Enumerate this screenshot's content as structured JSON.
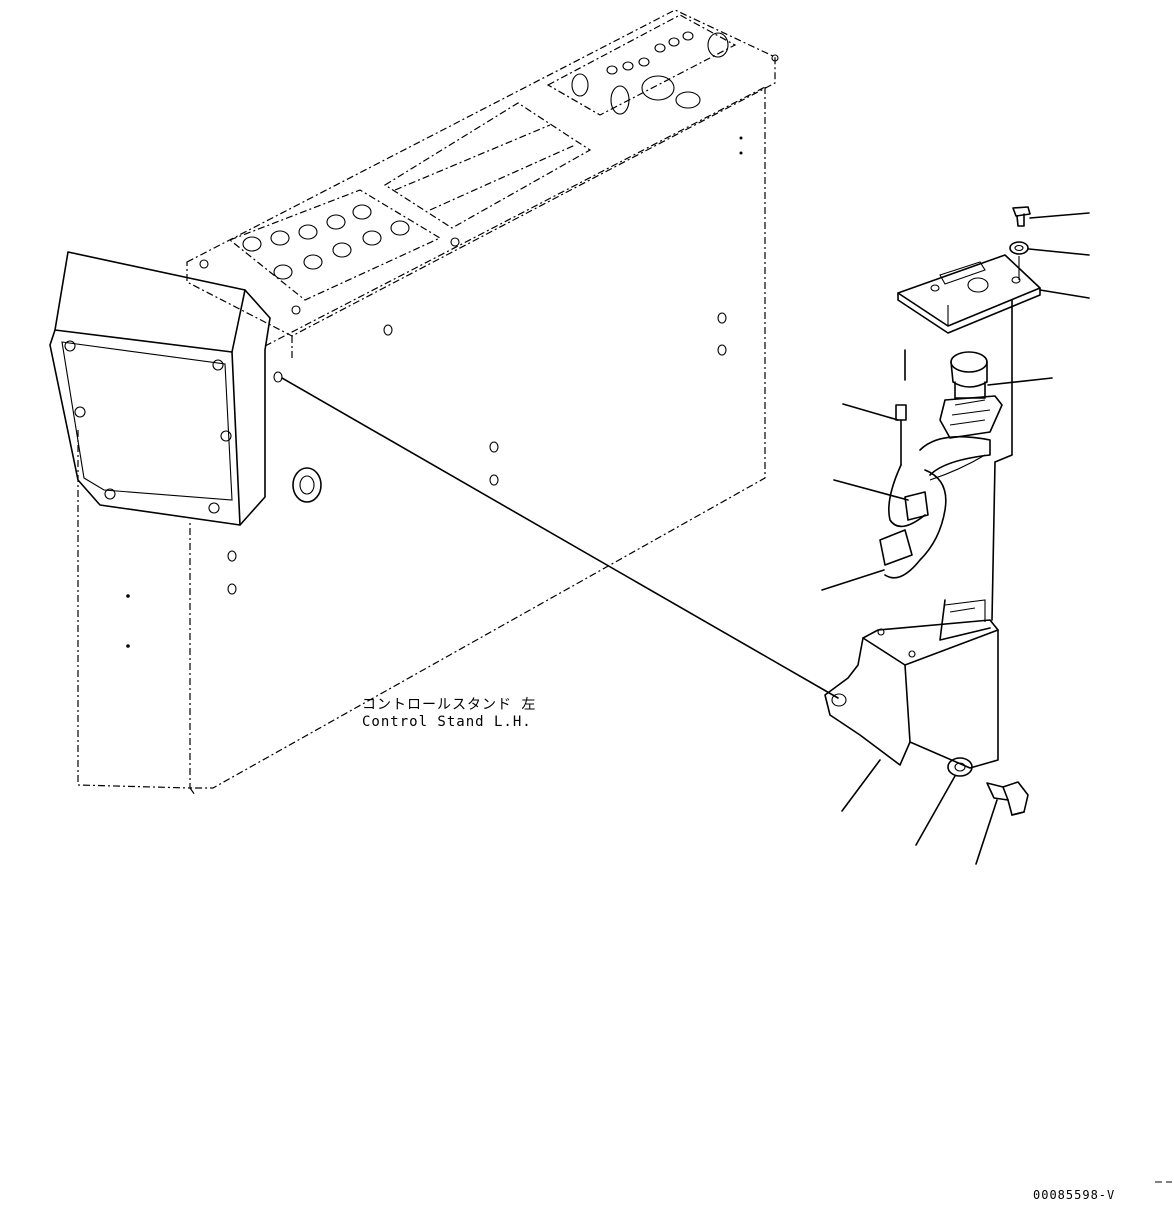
{
  "labels": {
    "control_stand_jp": "コントロールスタンド 左",
    "control_stand_en": "Control Stand L.H."
  },
  "drawing_number": "00085598-V",
  "leader_lines": [
    "bolt-small",
    "washer-small",
    "plate",
    "emergency-switch",
    "harness-plug",
    "connector-a",
    "connector-b",
    "bracket",
    "washer",
    "bolt"
  ]
}
